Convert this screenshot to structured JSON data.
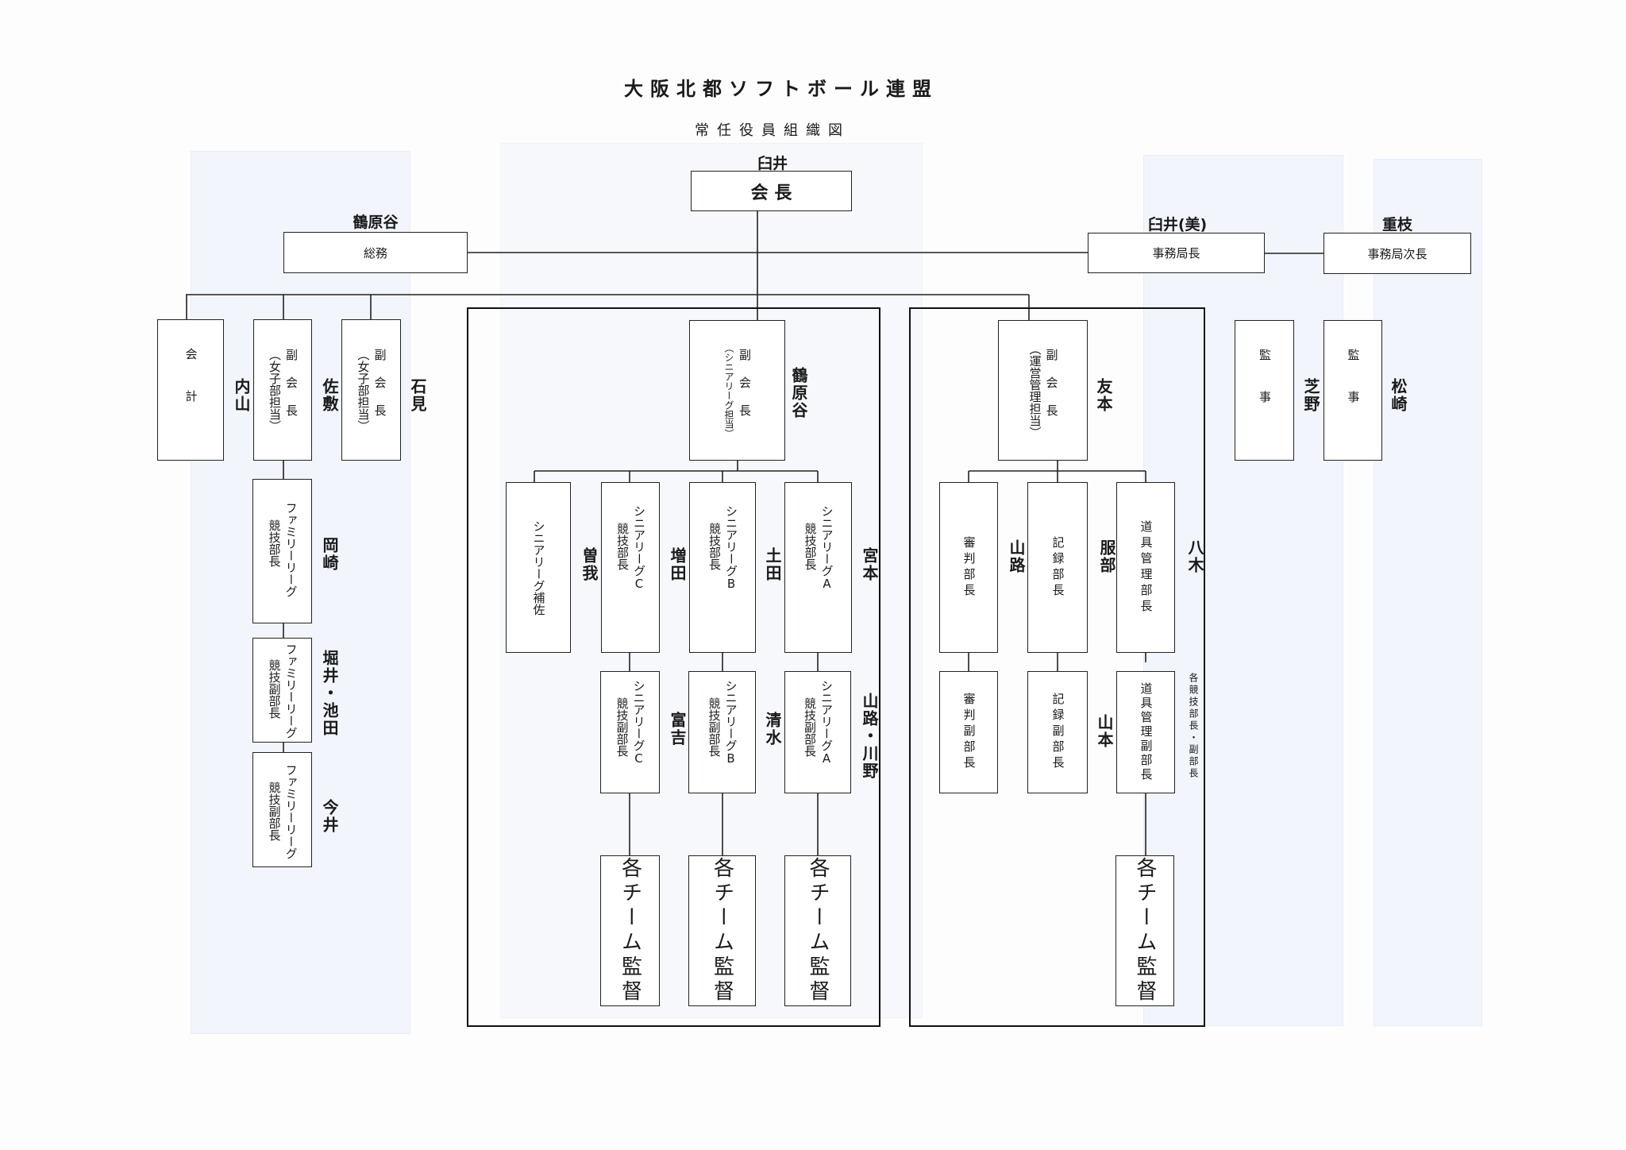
{
  "header": {
    "title": "大阪北都ソフトボール連盟",
    "subtitle": "常任役員組織図"
  },
  "president": {
    "name": "臼井",
    "role": "会 長"
  },
  "general_affairs": {
    "name": "鶴原谷",
    "role": "総務"
  },
  "secretariat_chief": {
    "name": "臼井(美)",
    "role": "事務局長"
  },
  "secretariat_deputy": {
    "name": "重枝",
    "role": "事務局次長"
  },
  "treasurer": {
    "name": "内山",
    "role": "会計"
  },
  "vp_women_1": {
    "name": "佐敷",
    "role": "副会長",
    "sub": "（女子部担当）"
  },
  "vp_women_2": {
    "name": "石見",
    "role": "副会長",
    "sub": "（女子部担当）"
  },
  "family_director": {
    "name": "岡崎",
    "line1": "ファミリーリーグ",
    "line2": "競技部長"
  },
  "family_deputy_1": {
    "name": "堀井・池田",
    "line1": "ファミリーリーグ",
    "line2": "競技副部長"
  },
  "family_deputy_2": {
    "name": "今井",
    "line1": "ファミリーリーグ",
    "line2": "競技副部長"
  },
  "vp_senior": {
    "name": "鶴原谷",
    "role": "副会長",
    "sub": "（シニアリーグ担当）"
  },
  "senior_assistant": {
    "name": "曽我",
    "role": "シニアリーグ補佐"
  },
  "senior_c": {
    "name": "増田",
    "line1": "シニアリーグC",
    "line2": "競技部長"
  },
  "senior_b": {
    "name": "土田",
    "line1": "シニアリーグB",
    "line2": "競技部長"
  },
  "senior_a": {
    "name": "宮本",
    "line1": "シニアリーグA",
    "line2": "競技部長"
  },
  "senior_c_deputy": {
    "name": "富吉",
    "line1": "シニアリーグC",
    "line2": "競技副部長"
  },
  "senior_b_deputy": {
    "name": "清水",
    "line1": "シニアリーグB",
    "line2": "競技副部長"
  },
  "senior_a_deputy": {
    "name": "山路・川野",
    "line1": "シニアリーグA",
    "line2": "競技副部長"
  },
  "team_manager_label": "各チーム監督",
  "vp_operations": {
    "name": "友本",
    "role": "副会長",
    "sub": "（運営管理担当）"
  },
  "auditor_1": {
    "name": "芝野",
    "role": "監事"
  },
  "auditor_2": {
    "name": "松崎",
    "role": "監事"
  },
  "umpire_director": {
    "name": "山路",
    "role": "審判部長"
  },
  "record_director": {
    "name": "服部",
    "role": "記録部長"
  },
  "equipment_director": {
    "name": "八木",
    "role": "道具管理部長"
  },
  "umpire_deputy": {
    "role": "審判副部長"
  },
  "record_deputy": {
    "name": "山本",
    "role": "記録副部長"
  },
  "equipment_deputy": {
    "name": "各競技部長・副部長",
    "role": "道具管理副部長"
  }
}
